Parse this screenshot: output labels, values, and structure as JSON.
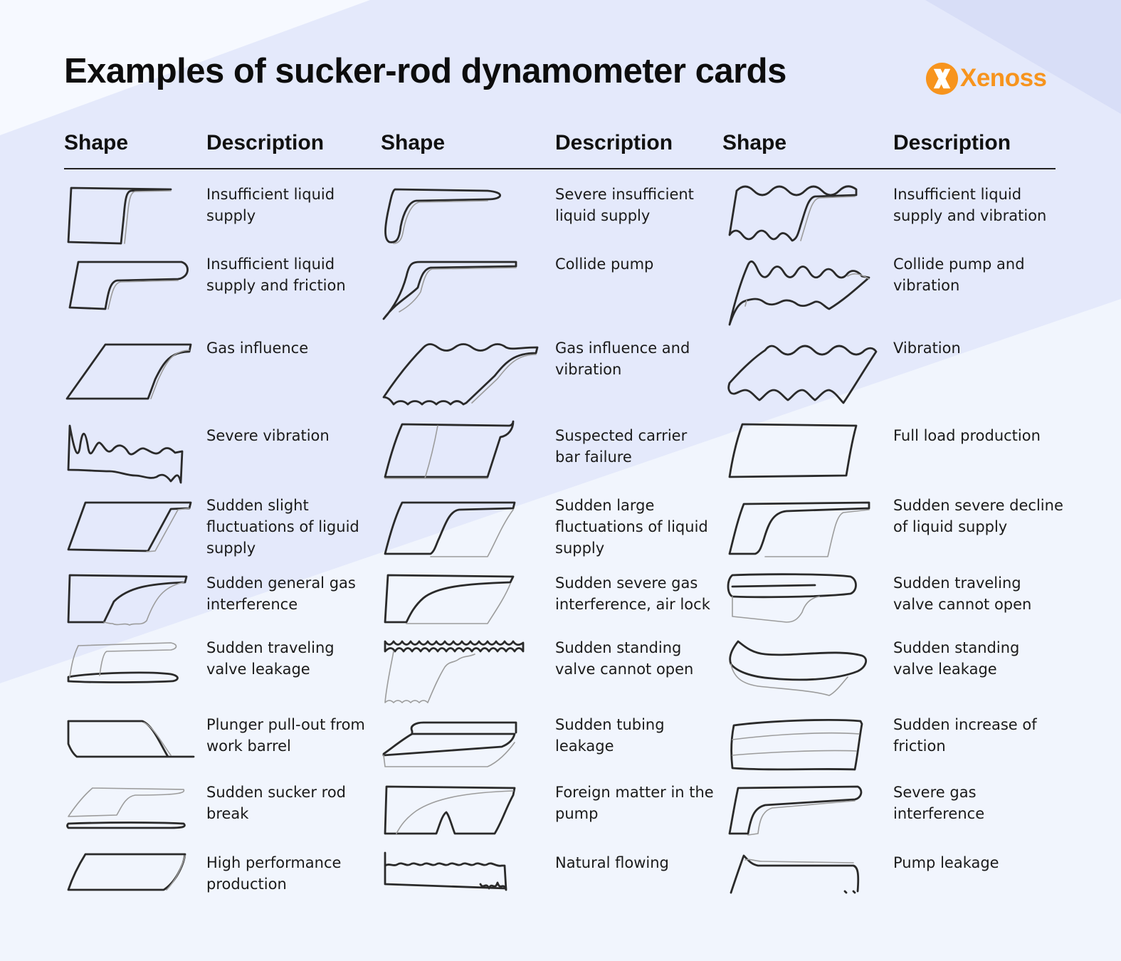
{
  "title": "Examples of sucker-rod dynamometer cards",
  "brand": {
    "name": "Xenoss",
    "color": "#f7941d",
    "icon": "xenoss-logo-icon"
  },
  "headers": {
    "shape_1": "Shape",
    "description_1": "Description",
    "shape_2": "Shape",
    "description_2": "Description",
    "shape_3": "Shape",
    "description_3": "Description"
  },
  "columns": [
    [
      {
        "label": "Insufficient liquid supply",
        "shape": "insufficient-liquid-supply-card-icon"
      },
      {
        "label": "Insufficient liquid supply and friction",
        "shape": "insufficient-supply-friction-card-icon"
      },
      {
        "label": "Gas influence",
        "shape": "gas-influence-card-icon"
      },
      {
        "label": "Severe vibration",
        "shape": "severe-vibration-card-icon"
      },
      {
        "label": "Sudden slight fluctuations of liguid supply",
        "shape": "slight-fluctuation-card-icon"
      },
      {
        "label": "Sudden general gas interference",
        "shape": "general-gas-interference-card-icon"
      },
      {
        "label": "Sudden traveling valve leakage",
        "shape": "traveling-valve-leakage-card-icon"
      },
      {
        "label": "Plunger pull-out from work barrel",
        "shape": "plunger-pull-out-card-icon"
      },
      {
        "label": "Sudden sucker rod break",
        "shape": "sucker-rod-break-card-icon"
      },
      {
        "label": "High performance production",
        "shape": "high-performance-card-icon"
      }
    ],
    [
      {
        "label": "Severe insufficient liquid supply",
        "shape": "severe-insufficient-supply-card-icon"
      },
      {
        "label": "Collide pump",
        "shape": "collide-pump-card-icon"
      },
      {
        "label": "Gas influence and vibration",
        "shape": "gas-influence-vibration-card-icon"
      },
      {
        "label": "Suspected carrier bar failure",
        "shape": "carrier-bar-failure-card-icon"
      },
      {
        "label": "Sudden large fluctuations of liquid supply",
        "shape": "large-fluctuation-card-icon"
      },
      {
        "label": "Sudden severe gas interference, air lock",
        "shape": "air-lock-card-icon"
      },
      {
        "label": "Sudden standing valve cannot open",
        "shape": "standing-valve-cannot-open-card-icon"
      },
      {
        "label": "Sudden tubing leakage",
        "shape": "tubing-leakage-card-icon"
      },
      {
        "label": "Foreign matter in the pump",
        "shape": "foreign-matter-card-icon"
      },
      {
        "label": "Natural flowing",
        "shape": "natural-flowing-card-icon"
      }
    ],
    [
      {
        "label": "Insufficient liquid supply and vibration",
        "shape": "insufficient-supply-vibration-card-icon"
      },
      {
        "label": "Collide pump and vibration",
        "shape": "collide-pump-vibration-card-icon"
      },
      {
        "label": "Vibration",
        "shape": "vibration-card-icon"
      },
      {
        "label": "Full load production",
        "shape": "full-load-card-icon"
      },
      {
        "label": "Sudden severe decline of liquid supply",
        "shape": "severe-decline-card-icon"
      },
      {
        "label": "Sudden traveling valve cannot open",
        "shape": "traveling-valve-cannot-open-card-icon"
      },
      {
        "label": "Sudden standing valve leakage",
        "shape": "standing-valve-leakage-card-icon"
      },
      {
        "label": "Sudden increase of friction",
        "shape": "friction-increase-card-icon"
      },
      {
        "label": "Severe gas interference",
        "shape": "severe-gas-interference-card-icon"
      },
      {
        "label": "Pump leakage",
        "shape": "pump-leakage-card-icon"
      }
    ]
  ]
}
